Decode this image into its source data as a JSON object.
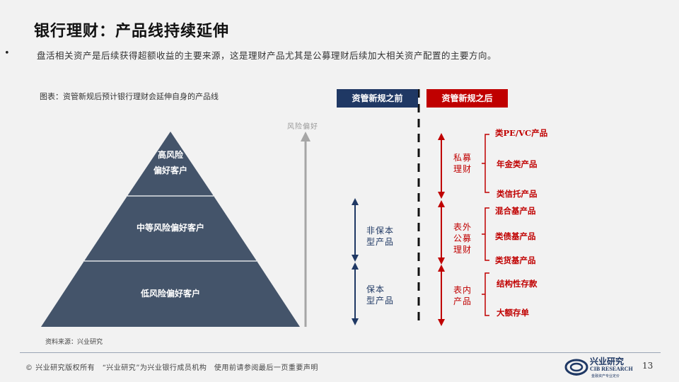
{
  "title": "银行理财：产品线持续延伸",
  "bullet_mark": "•",
  "bullet_text": "盘活相关资产是后续获得超额收益的主要来源，这是理财产品尤其是公募理财后续加大相关资产配置的主要方向。",
  "figure_caption": "图表：资管新规后预计银行理财会延伸自身的产品线",
  "pyramid": {
    "levels": [
      {
        "label_line1": "高风险",
        "label_line2": "偏好客户"
      },
      {
        "label_line1": "中等风险偏好客户"
      },
      {
        "label_line1": "低风险偏好客户"
      }
    ],
    "fill_color": "#44546a"
  },
  "risk_axis_label": "风险偏好",
  "before": {
    "header": "资管新规之前",
    "groups": [
      {
        "line1": "非保本",
        "line2": "型产品"
      },
      {
        "line1": "保本",
        "line2": "型产品"
      }
    ]
  },
  "after": {
    "header": "资管新规之后",
    "groups": [
      {
        "line1": "私募",
        "line2": "理财",
        "products": [
          "类PE/VC产品",
          "年金类产品",
          "类信托产品"
        ]
      },
      {
        "line1": "表外",
        "line2": "公募",
        "line3": "理财",
        "products": [
          "混合基产品",
          "类债基产品",
          "类货基产品"
        ]
      },
      {
        "line1": "表内",
        "line2": "产品",
        "products": [
          "结构性存款",
          "大额存单"
        ]
      }
    ]
  },
  "colors": {
    "navy": "#1f3864",
    "red": "#c00000",
    "pyramid": "#44546a"
  },
  "source": "资料来源：兴业研究",
  "footer": {
    "copyright_symbol": "©",
    "text": "兴业研究版权所有　“兴业研究”为兴业银行成员机构　使用前请参阅最后一页重要声明",
    "logo_cn": "兴业研究",
    "logo_en": "CIB RESEARCH",
    "logo_sub": "金融资产专业定价",
    "page_number": "13"
  }
}
